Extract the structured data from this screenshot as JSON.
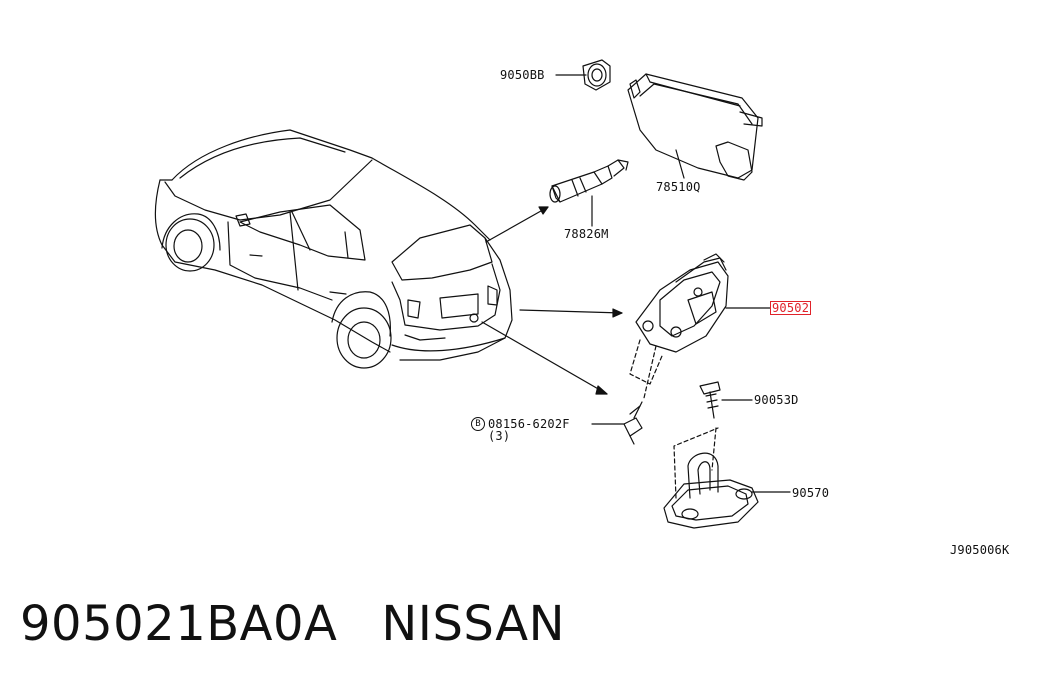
{
  "parts": {
    "p9050BB": "9050BB",
    "p78510Q": "78510Q",
    "p78826M": "78826M",
    "p90502": "90502",
    "p90053D": "90053D",
    "p08156": "08156-6202F",
    "p08156_qty": "(3)",
    "p08156_marker": "B",
    "p90570": "90570"
  },
  "diagram_code": "J905006K",
  "footer": {
    "part_number": "905021BA0A",
    "brand": "NISSAN"
  },
  "highlight_color": "#e0222a"
}
